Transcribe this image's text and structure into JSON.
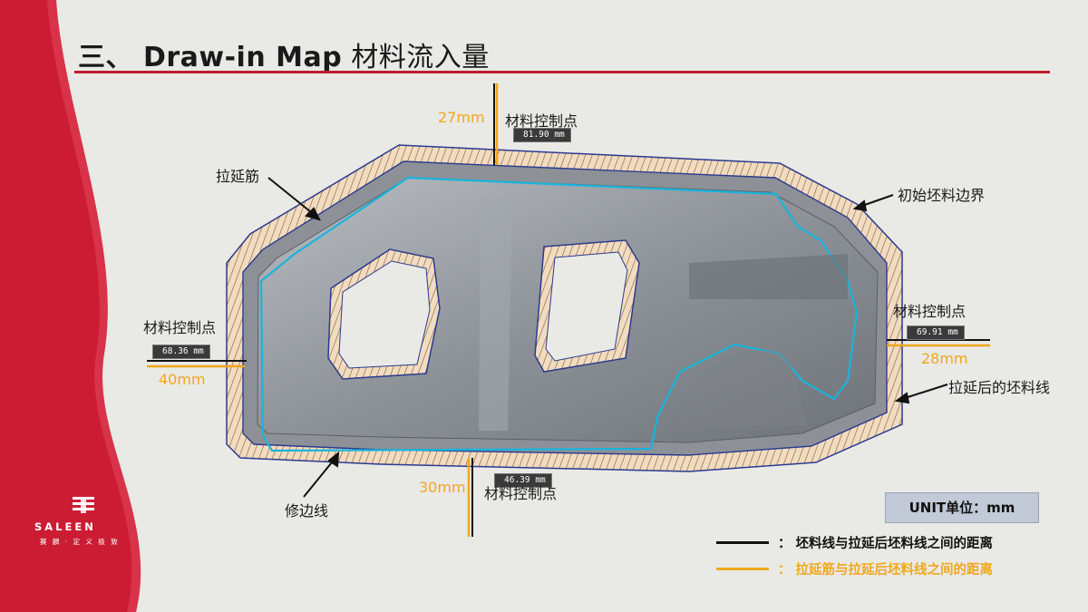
{
  "slide": {
    "title_prefix": "三、 Draw-in Map",
    "title_cn": "材料流入量"
  },
  "labels": {
    "drawbead": "拉延筋",
    "initial_blank_edge": "初始坯料边界",
    "trim_line": "修边线",
    "post_draw_blank_line": "拉延后的坯料线",
    "control_point": "材料控制点"
  },
  "measurements": [
    {
      "id": "top",
      "drawbead_mm": "27mm",
      "tag": "81.90 mm",
      "label": "材料控制点"
    },
    {
      "id": "left",
      "drawbead_mm": "40mm",
      "tag": "68.36 mm",
      "label": "材料控制点"
    },
    {
      "id": "right",
      "drawbead_mm": "28mm",
      "tag": "69.91 mm",
      "label": "材料控制点"
    },
    {
      "id": "bottom",
      "drawbead_mm": "30mm",
      "tag": "46.39 mm",
      "label": "材料控制点"
    }
  ],
  "unit_box": "UNIT单位：mm",
  "legend": [
    {
      "text": "： 坯料线与拉延后坯料线之间的距离",
      "color": "#111111"
    },
    {
      "text": "： 拉延筋与拉延后坯料线之间的距离",
      "color": "#f0a71c"
    }
  ],
  "logo": {
    "name": "SALEEN",
    "tagline": "赛 麟 · 定 义 极 致"
  },
  "colors": {
    "accent": "#c01b2e",
    "orange": "#f0a71c",
    "cyan": "#19b4dc",
    "navy": "#1f2a8a"
  }
}
